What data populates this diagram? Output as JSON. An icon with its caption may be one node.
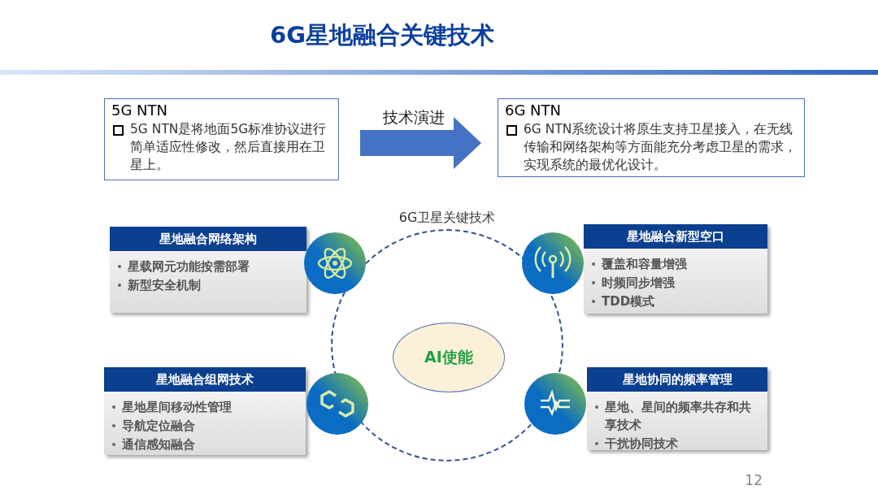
{
  "diagram": {
    "title": "6G星地融合关键技术",
    "nodes": [
      {
        "text": [
          "5G NTN",
          "5G NTN是将地面5G标准协议进行简单适应性修改，然后直接用在卫星上。"
        ]
      },
      {
        "text": [
          "6G NTN",
          "6G NTN系统设计将原生支持卫星接入，在无线传输和网络架构等方面能充分考虑卫星的需求，实现系统的最优化设计。"
        ]
      },
      {
        "text": [
          "6G卫星关键技术"
        ]
      },
      {
        "text": [
          "AI使能"
        ],
        "in": 2
      },
      {
        "text": [
          "星地融合网络架构",
          "星载网元功能按需部署",
          "新型安全机制"
        ]
      },
      {
        "text": [
          "星地融合新型空口",
          "覆盖和容量增强",
          "时频同步增强",
          "TDD模式"
        ]
      },
      {
        "text": [
          "星地融合组网技术",
          "星地星间移动性管理",
          "导航定位融合",
          "通信感知融合"
        ]
      },
      {
        "text": [
          "星地协同的频率管理",
          "星地、星间的频率共存和共享技术",
          "干扰协同技术"
        ]
      }
    ],
    "edges": [
      {
        "from": 0,
        "to": 1,
        "arrow": "to",
        "label": "技术演进"
      }
    ],
    "labels": [
      "12"
    ]
  }
}
